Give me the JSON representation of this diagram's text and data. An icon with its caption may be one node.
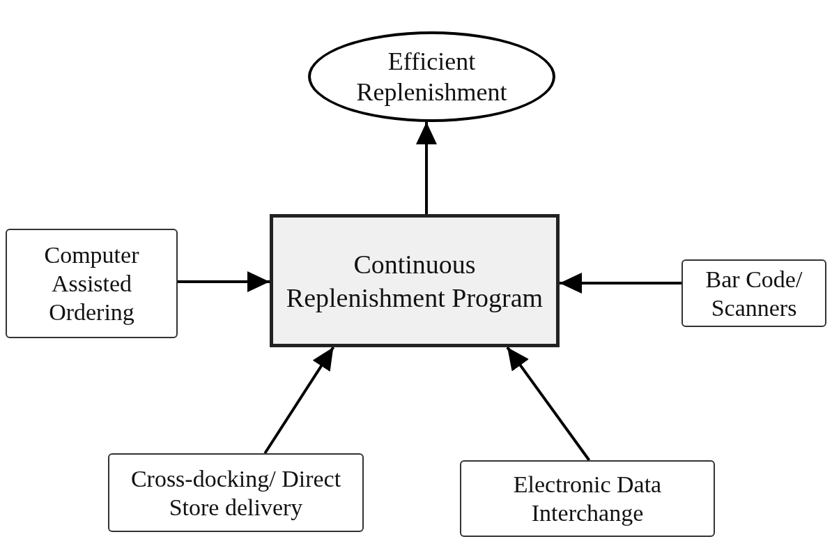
{
  "diagram": {
    "nodes": [
      {
        "text": [
          "Efficient Replenishment"
        ]
      },
      {
        "text": [
          "Computer Assisted Ordering"
        ]
      },
      {
        "text": [
          "Continuous Replenishment Program"
        ]
      },
      {
        "text": [
          "Bar Code/ Scanners"
        ]
      },
      {
        "text": [
          "Cross-docking/ Direct Store delivery"
        ]
      },
      {
        "text": [
          "Electronic Data Interchange"
        ]
      }
    ],
    "edges": [
      {
        "from": 2,
        "to": 0,
        "arrow": "to"
      },
      {
        "from": 1,
        "to": 2,
        "arrow": "to"
      },
      {
        "from": 3,
        "to": 2,
        "arrow": "to"
      },
      {
        "from": 4,
        "to": 2,
        "arrow": "to"
      },
      {
        "from": 5,
        "to": 2,
        "arrow": "to"
      }
    ]
  }
}
